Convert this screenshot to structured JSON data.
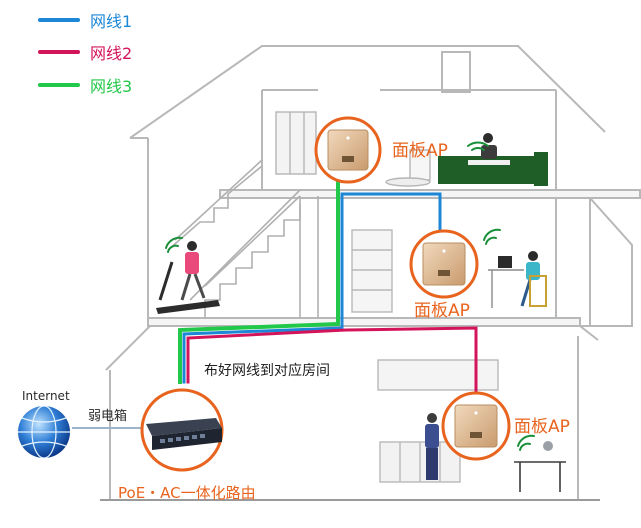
{
  "legend": [
    {
      "label": "网线1",
      "color": "#1b87d6"
    },
    {
      "label": "网线2",
      "color": "#d4145a"
    },
    {
      "label": "网线3",
      "color": "#22c84a"
    }
  ],
  "labels": {
    "ap_top": "面板AP",
    "ap_middle": "面板AP",
    "ap_ground": "面板AP",
    "internet": "Internet",
    "weak_box": "弱电箱",
    "wiring_note": "布好网线到对应房间",
    "router": "PoE・AC一体化路由"
  },
  "colors": {
    "accent_orange": "#e8641e",
    "panel_gold": "#d9b48c",
    "sofa_green": "#1f5e27",
    "house_outline": "#b8b8b8"
  }
}
